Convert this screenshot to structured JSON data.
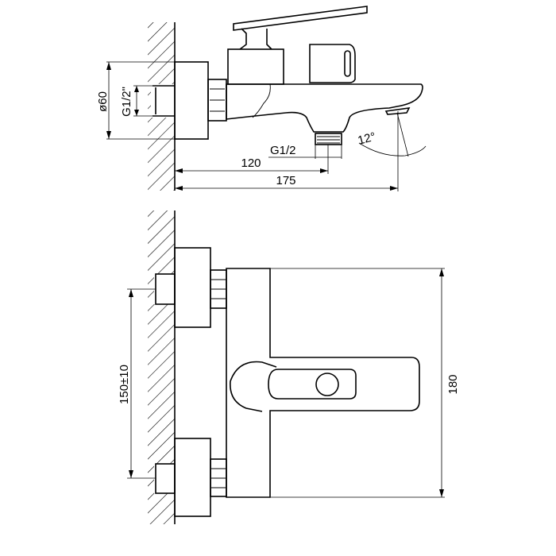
{
  "side_view": {
    "dim_diameter": "ø60",
    "dim_inlet_thread": "G1/2\"",
    "dim_outlet_thread": "G1/2",
    "dim_angle": "12°",
    "dim_outlet_distance": "120",
    "dim_total_length": "175"
  },
  "front_view": {
    "dim_inlet_spacing": "150±10",
    "dim_height": "180"
  }
}
